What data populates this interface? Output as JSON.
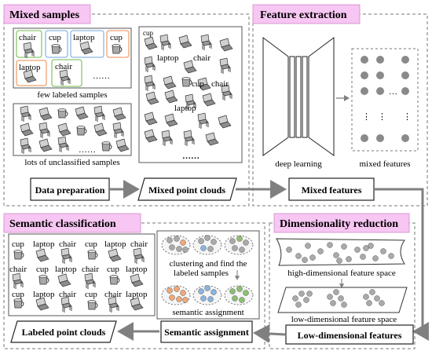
{
  "titles": {
    "mixed_samples": "Mixed samples",
    "feature_extraction": "Feature extraction",
    "semantic_classification": "Semantic classification",
    "dimensionality_reduction": "Dimensionality reduction"
  },
  "mixed_samples": {
    "labeled_items": [
      "chair",
      "cup",
      "laptop",
      "cup",
      "laptop",
      "chair"
    ],
    "ellipsis": "……",
    "few_labeled": "few labeled samples",
    "unclassified_ellipsis": "……",
    "lots_unclassified": "lots of unclassified samples",
    "cloud_labels": [
      "cup",
      "laptop",
      "chair",
      "cup",
      "chair",
      "laptop"
    ],
    "cloud_ellipsis": "……"
  },
  "feature_extraction": {
    "deep_learning": "deep learning",
    "mixed_features": "mixed features",
    "dots_h": "…",
    "dots_v": "⋮"
  },
  "pipeline": {
    "data_preparation": "Data preparation",
    "mixed_point_clouds": "Mixed point clouds",
    "mixed_features": "Mixed features",
    "low_dim_features": "Low-dimensional features",
    "semantic_assignment": "Semantic assignment",
    "labeled_point_clouds": "Labeled point clouds"
  },
  "semantic_classification": {
    "grid": [
      [
        "cup",
        "laptop",
        "chair",
        "cup",
        "laptop",
        "chair"
      ],
      [
        "chair",
        "cup",
        "laptop",
        "chair",
        "cup",
        "laptop"
      ],
      [
        "cup",
        "laptop",
        "chair",
        "cup",
        "chair",
        "laptop"
      ]
    ],
    "clustering": "clustering and find the",
    "clustering2": "labeled samples",
    "semantic_assignment": "semantic assignment"
  },
  "dimensionality_reduction": {
    "high_dim": "high-dimensional feature space",
    "low_dim": "low-dimensional feature space"
  },
  "colors": {
    "title_bg": "#f7c6f2",
    "box_green": "#8cc870",
    "box_blue": "#8ab8e6",
    "box_orange": "#f0a070",
    "cluster_orange": "#f0a878",
    "cluster_blue": "#8ab4e0",
    "cluster_green": "#8cc070"
  }
}
